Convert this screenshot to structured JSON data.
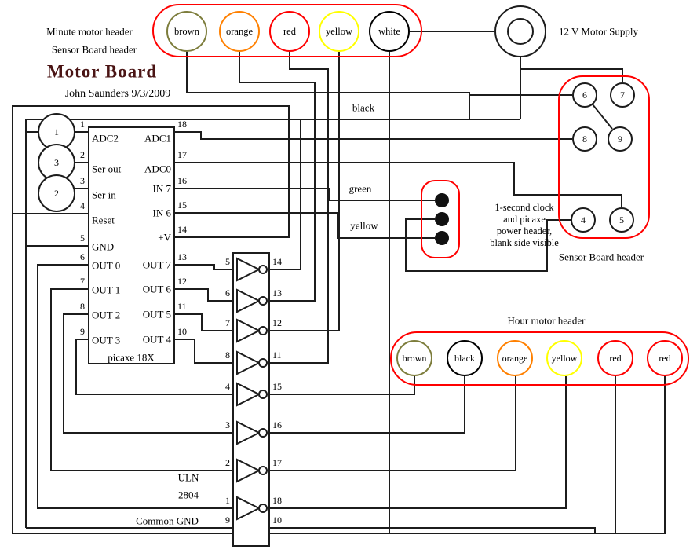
{
  "title_block": {
    "minute_header_label": "Minute motor header",
    "sensor_header_label": "Sensor Board header",
    "title": "Motor Board",
    "author": "John Saunders 9/3/2009"
  },
  "colors": {
    "connector_outline": "#ff0000",
    "wire": "#1c1c1c",
    "title_text": "#4a1414",
    "brown": "#7d7d3c",
    "orange": "#ff8000",
    "red": "#ff0000",
    "yellow": "#ffff00",
    "white": "#000000",
    "black": "#000000"
  },
  "minute_header": {
    "pins": [
      "brown",
      "orange",
      "red",
      "yellow",
      "white"
    ]
  },
  "motor_supply": {
    "label": "12 V Motor Supply"
  },
  "sensor_header": {
    "label": "Sensor Board header",
    "pins": [
      "6",
      "7",
      "8",
      "9",
      "4",
      "5"
    ]
  },
  "left_header": {
    "pins": [
      "1",
      "3",
      "2"
    ]
  },
  "wire_labels": {
    "black": "black",
    "green": "green",
    "yellow": "yellow"
  },
  "clock_header": {
    "note_lines": [
      "1-second clock",
      "and picaxe",
      "power header,",
      "blank side visible"
    ]
  },
  "hour_header": {
    "label": "Hour motor header",
    "pins": [
      "brown",
      "black",
      "orange",
      "yellow",
      "red",
      "red"
    ]
  },
  "picaxe": {
    "name": "picaxe 18X",
    "left_pins": [
      {
        "num": "1",
        "label": "ADC2"
      },
      {
        "num": "2",
        "label": "Ser out"
      },
      {
        "num": "3",
        "label": "Ser in"
      },
      {
        "num": "4",
        "label": "Reset"
      },
      {
        "num": "5",
        "label": "GND"
      },
      {
        "num": "6",
        "label": "OUT 0"
      },
      {
        "num": "7",
        "label": "OUT 1"
      },
      {
        "num": "8",
        "label": "OUT 2"
      },
      {
        "num": "9",
        "label": "OUT 3"
      }
    ],
    "right_pins": [
      {
        "num": "18",
        "label": "ADC1"
      },
      {
        "num": "17",
        "label": "ADC0"
      },
      {
        "num": "16",
        "label": "IN 7"
      },
      {
        "num": "15",
        "label": "IN 6"
      },
      {
        "num": "14",
        "label": "+V"
      },
      {
        "num": "13",
        "label": "OUT 7"
      },
      {
        "num": "12",
        "label": "OUT 6"
      },
      {
        "num": "11",
        "label": "OUT 5"
      },
      {
        "num": "10",
        "label": "OUT 4"
      }
    ]
  },
  "uln": {
    "name_line1": "ULN",
    "name_line2": "2804",
    "common_label": "Common GND",
    "inputs": [
      "5",
      "6",
      "7",
      "8",
      "4",
      "3",
      "2",
      "1"
    ],
    "outputs": [
      "14",
      "13",
      "12",
      "11",
      "15",
      "16",
      "17",
      "18"
    ],
    "bottom_left": "9",
    "bottom_right": "10"
  }
}
